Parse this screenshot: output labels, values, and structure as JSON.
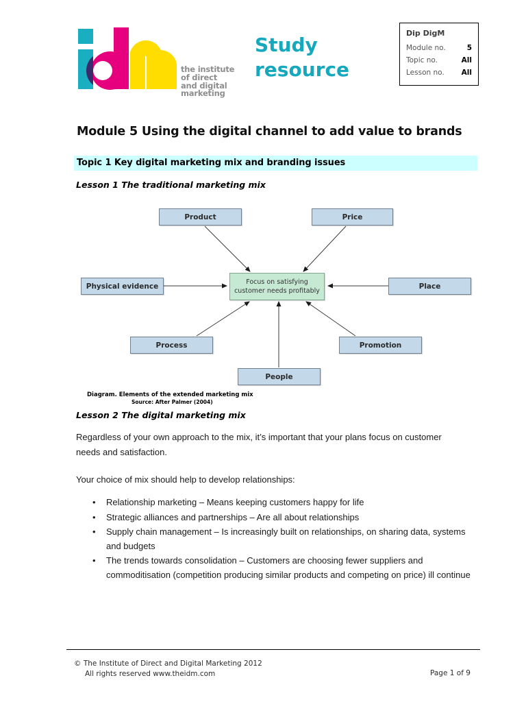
{
  "header": {
    "logo": {
      "letters": [
        "i",
        "d",
        "m"
      ],
      "colors": {
        "i": "#19AEC0",
        "d": "#E6007E",
        "m": "#FFDD00",
        "overlap": "#3B2B6B"
      },
      "tagline_lines": [
        "the institute",
        "of direct",
        "and digital",
        "marketing"
      ],
      "tagline_color": "#8d8d8d"
    },
    "study_resource": "Study\nresource",
    "study_resource_line1": "Study",
    "study_resource_line2": "resource",
    "study_resource_color": "#16A9BD",
    "info_box": {
      "title": "Dip DigM",
      "rows": [
        {
          "label": "Module no.",
          "value": "5"
        },
        {
          "label": "Topic no.",
          "value": "All"
        },
        {
          "label": "Lesson no.",
          "value": "All"
        }
      ]
    }
  },
  "document": {
    "title": "Module 5 Using the digital channel to add value to brands",
    "topic_bar": "Topic 1 Key digital marketing mix and branding issues",
    "topic_bar_color": "#CCFFFF",
    "lesson1_heading": "Lesson 1 The traditional marketing mix",
    "lesson2_heading": "Lesson 2 The digital marketing mix",
    "paragraph1": "Regardless of your own approach to the mix, it’s important that your plans focus on customer needs and satisfaction.",
    "paragraph2": "Your choice of mix should help to develop relationships:",
    "bullets": [
      "Relationship marketing – Means keeping customers happy for life",
      "Strategic alliances and partnerships – Are all about relationships",
      "Supply chain management – Is increasingly built on relationships, on sharing data, systems and budgets",
      "The trends towards consolidation – Customers are choosing fewer suppliers and commoditisation (competition producing similar products and competing on price) ill continue"
    ],
    "bullet_glyph": "•"
  },
  "diagram": {
    "caption": "Diagram. Elements of the extended marketing mix",
    "source": "Source: After Palmer (2004)",
    "center_line1": "Focus on satisfying",
    "center_line2": "customer needs profitably",
    "center_color": "#C6E9D3",
    "box_color": "#C3D9EA",
    "nodes": [
      {
        "id": "product",
        "label": "Product"
      },
      {
        "id": "price",
        "label": "Price"
      },
      {
        "id": "physical-evidence",
        "label": "Physical evidence"
      },
      {
        "id": "place",
        "label": "Place"
      },
      {
        "id": "process",
        "label": "Process"
      },
      {
        "id": "promotion",
        "label": "Promotion"
      },
      {
        "id": "people",
        "label": "People"
      }
    ]
  },
  "footer": {
    "copyright_symbol": "©",
    "line1": "The Institute of Direct and Digital Marketing 2012",
    "line2": "All rights reserved   www.theidm.com",
    "page": "Page 1 of 9"
  }
}
